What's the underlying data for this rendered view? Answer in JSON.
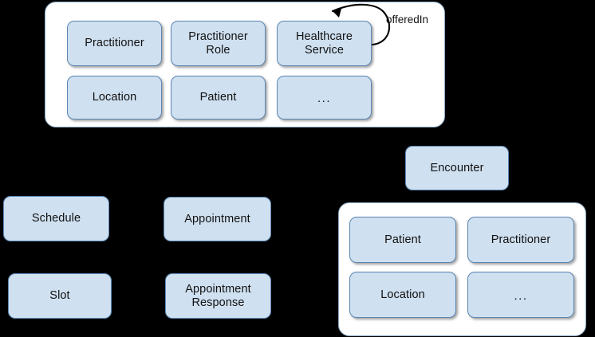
{
  "diagram": {
    "background_color": "#000000",
    "box_fill_color": "#cfe0f0",
    "box_border_color": "#5c87b4",
    "group_fill_color": "#ffffff",
    "group_border_color": "#8aa9c6",
    "text_color": "#111111"
  },
  "groups": {
    "top_group": {
      "name": "resource-group-top",
      "items": [
        {
          "label": "Practitioner"
        },
        {
          "label": "Practitioner\nRole"
        },
        {
          "label": "Healthcare\nService"
        },
        {
          "label": "Location"
        },
        {
          "label": "Patient"
        },
        {
          "label": "..."
        }
      ]
    },
    "encounter_group": {
      "name": "resource-group-encounter",
      "items": [
        {
          "label": "Patient"
        },
        {
          "label": "Practitioner"
        },
        {
          "label": "Location"
        },
        {
          "label": "..."
        }
      ]
    }
  },
  "standalone": {
    "encounter": {
      "label": "Encounter"
    },
    "schedule": {
      "label": "Schedule"
    },
    "slot": {
      "label": "Slot"
    },
    "appointment": {
      "label": "Appointment"
    },
    "appointment_response": {
      "label": "Appointment\nResponse"
    }
  },
  "relations": {
    "offered_in": {
      "label": "offeredIn",
      "icon": "self-loop-arrow-icon",
      "from": "Healthcare Service",
      "to": "Healthcare Service"
    }
  }
}
